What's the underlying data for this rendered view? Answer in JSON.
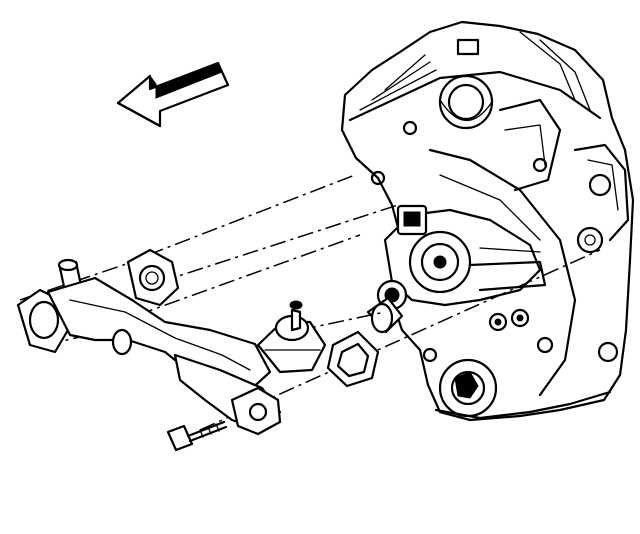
{
  "diagram": {
    "line_color": "#000000",
    "background_color": "#ffffff",
    "arrow_icon": "front-direction-arrow-icon",
    "components": [
      "engine-block",
      "water-pump",
      "thermostat-housing-gasket",
      "bypass-pipe",
      "pipe-mounting-bolt"
    ]
  }
}
